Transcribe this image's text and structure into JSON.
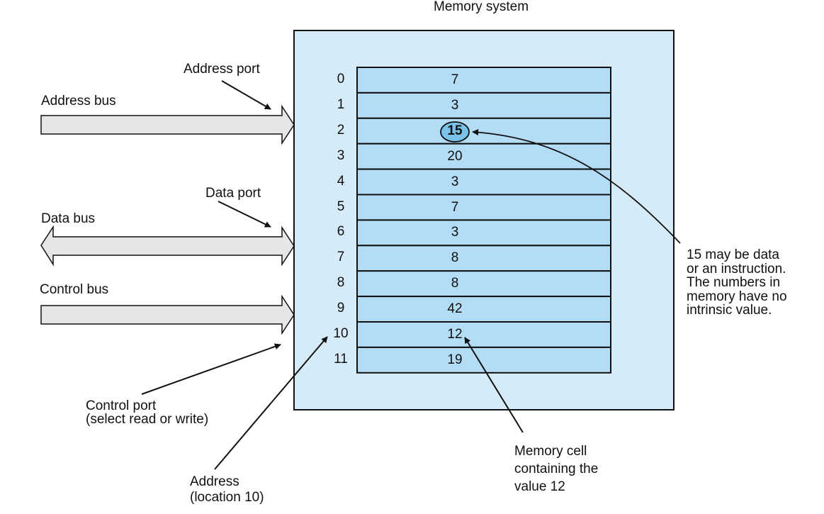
{
  "title": "Memory system",
  "ports": {
    "address_port": "Address port",
    "data_port": "Data port",
    "control_port": [
      "Control port",
      "(select read or write)"
    ]
  },
  "buses": {
    "address_bus": "Address bus",
    "data_bus": "Data bus",
    "control_bus": "Control bus"
  },
  "memory": {
    "addresses": [
      "0",
      "1",
      "2",
      "3",
      "4",
      "5",
      "6",
      "7",
      "8",
      "9",
      "10",
      "11"
    ],
    "values": [
      "7",
      "3",
      "15",
      "20",
      "3",
      "7",
      "3",
      "8",
      "8",
      "42",
      "12",
      "19"
    ],
    "highlighted_index": 2
  },
  "annotations": {
    "data_note": [
      "15 may be data",
      "or an instruction.",
      "The numbers in",
      "memory have no",
      "intrinsic value."
    ],
    "cell_note": [
      "Memory cell",
      "containing the",
      "value 12"
    ],
    "address_note": [
      "Address",
      "(location 10)"
    ]
  },
  "colors": {
    "system_fill": "#d6ebf8",
    "cell_fill": "#b3dcf6",
    "bus_fill": "#e6e6e6",
    "line": "#111111"
  }
}
